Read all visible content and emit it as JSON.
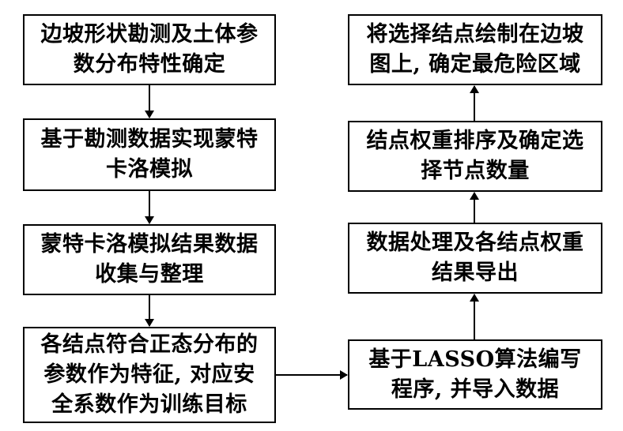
{
  "flowchart": {
    "steps": [
      {
        "id": "b1",
        "text": "边坡形状勘测及土体参\n数分布特性确定"
      },
      {
        "id": "b2",
        "text": "基于勘测数据实现蒙特\n卡洛模拟"
      },
      {
        "id": "b3",
        "text": "蒙特卡洛模拟结果数据\n收集与整理"
      },
      {
        "id": "b4",
        "text": "各结点符合正态分布的\n参数作为特征, 对应安\n全系数作为训练目标"
      },
      {
        "id": "b5",
        "text": "基于LASSO算法编写\n程序, 并导入数据"
      },
      {
        "id": "b6",
        "text": "数据处理及各结点权重\n结果导出"
      },
      {
        "id": "b7",
        "text": "结点权重排序及确定选\n择节点数量"
      },
      {
        "id": "b8",
        "text": "将选择结点绘制在边坡\n图上, 确定最危险区域"
      }
    ]
  },
  "colors": {
    "stroke": "#000000",
    "background": "#ffffff"
  }
}
